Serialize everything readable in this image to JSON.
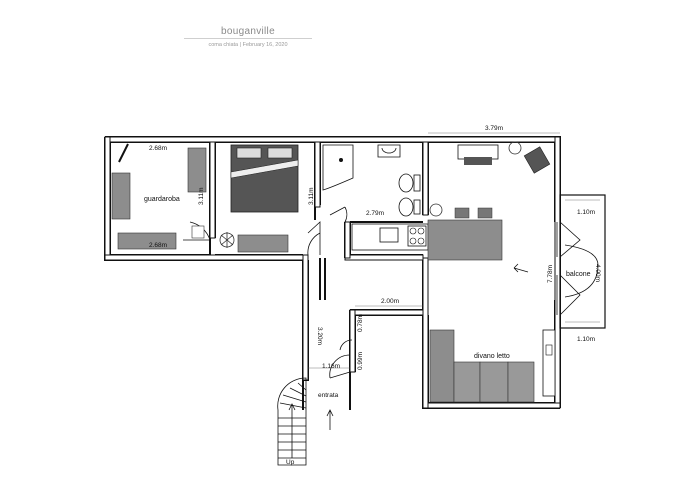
{
  "header": {
    "title": "bouganville",
    "subtitle": "coma chiata  |  February 16, 2020"
  },
  "dimensions": {
    "top_width": "3.79m",
    "guardaroba_top": "2.68m",
    "guardaroba_bottom": "2.68m",
    "guardaroba_side": "3.11m",
    "bedroom_side": "3.11m",
    "bathroom_width": "2.79m",
    "corridor": "3.20m",
    "passage_width": "2.00m",
    "passage_side": "0.78m",
    "entry_width": "1.16m",
    "entry_side": "0.99m",
    "living_height": "7.78m",
    "balcony_top": "1.10m",
    "balcony_side": "4.00m",
    "balcony_bottom": "1.10m"
  },
  "rooms": {
    "guardaroba": "guardaroba",
    "balcone": "balcone",
    "divano_letto": "divano letto",
    "entrata": "entrata",
    "stairs": "Up"
  }
}
